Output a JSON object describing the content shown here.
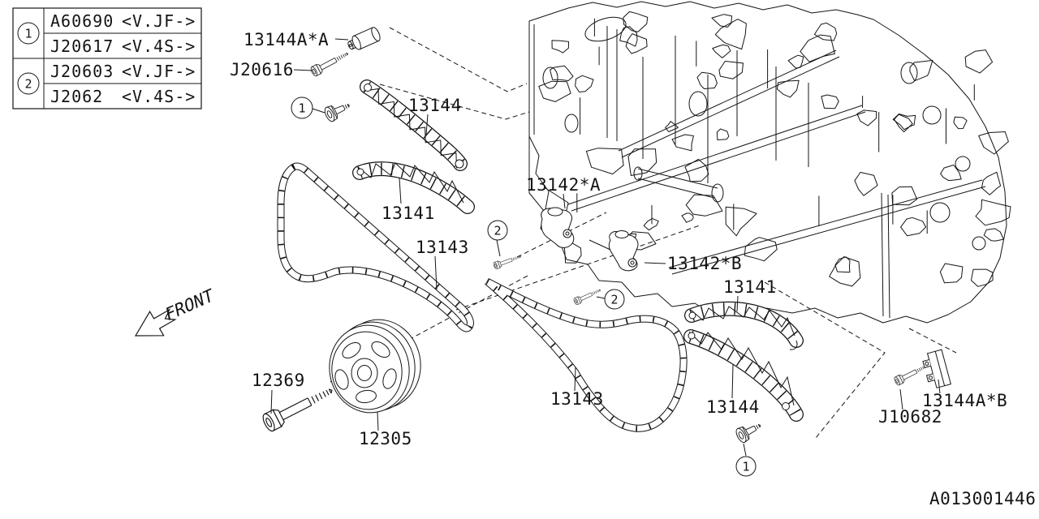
{
  "diagram_id": "A013001446",
  "front_label": "FRONT",
  "legend": {
    "rows": [
      {
        "ref": "1",
        "parts": [
          {
            "code": "A60690",
            "variant": "<V.JF->"
          },
          {
            "code": "J20617",
            "variant": "<V.4S->"
          }
        ]
      },
      {
        "ref": "2",
        "parts": [
          {
            "code": "J20603",
            "variant": "<V.JF->"
          },
          {
            "code": "J2062",
            "variant": "<V.4S->"
          }
        ]
      }
    ]
  },
  "callouts": {
    "c1": "1",
    "c2": "2"
  },
  "part_labels": {
    "p13144a_a": "13144A*A",
    "j20616": "J20616",
    "p13144_top": "13144",
    "p13141_top": "13141",
    "p13143_left": "13143",
    "p13142_a": "13142*A",
    "p13142_b": "13142*B",
    "p13141_right": "13141",
    "p13143_bottom": "13143",
    "p13144_bottom": "13144",
    "j10682": "J10682",
    "p13144a_b": "13144A*B",
    "p12369": "12369",
    "p12305": "12305"
  }
}
